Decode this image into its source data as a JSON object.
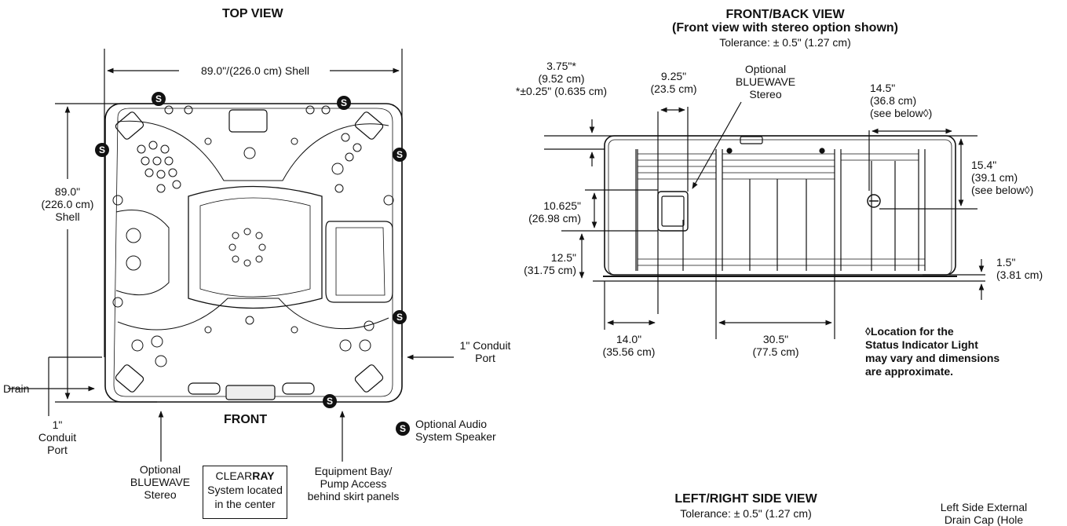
{
  "top_view": {
    "title": "TOP VIEW",
    "shell_width": "89.0\"/(226.0 cm) Shell",
    "shell_depth": [
      "89.0\"",
      "(226.0 cm)",
      "Shell"
    ],
    "front": "FRONT",
    "drain": "Drain",
    "conduit_left": [
      "1\"",
      "Conduit",
      "Port"
    ],
    "conduit_right": [
      "1\" Conduit",
      "Port"
    ],
    "speaker_mark": "S",
    "speaker_legend": [
      "Optional Audio",
      "System Speaker"
    ],
    "stereo": [
      "Optional",
      "BLUEWAVE",
      "Stereo"
    ],
    "clearray": {
      "prefix": "CLEAR",
      "bold": "RAY",
      "line2": "System located",
      "line3": "in the center"
    },
    "equipment": [
      "Equipment Bay/",
      "Pump Access",
      "behind skirt panels"
    ]
  },
  "front_view": {
    "title": "FRONT/BACK VIEW",
    "subtitle": "(Front view with stereo option shown)",
    "tolerance": "Tolerance: ± 0.5\" (1.27 cm)",
    "lip": [
      "3.75\"*",
      "(9.52 cm)",
      "*±0.25\" (0.635 cm)"
    ],
    "stereo_width": [
      "9.25\"",
      "(23.5 cm)"
    ],
    "stereo_label": [
      "Optional",
      "BLUEWAVE",
      "Stereo"
    ],
    "light_offset": [
      "14.5\"",
      "(36.8 cm)",
      "(see below◊)"
    ],
    "light_height": [
      "15.4\"",
      "(39.1 cm)",
      "(see below◊)"
    ],
    "stereo_height": [
      "10.625\"",
      "(26.98 cm)"
    ],
    "stereo_base": [
      "12.5\"",
      "(31.75 cm)"
    ],
    "base_rail": [
      "1.5\"",
      "(3.81 cm)"
    ],
    "corner_panel": [
      "14.0\"",
      "(35.56 cm)"
    ],
    "center_panel": [
      "30.5\"",
      "(77.5 cm)"
    ],
    "note": [
      "◊Location for the",
      "Status Indicator Light",
      "may vary and dimensions",
      "are approximate."
    ]
  },
  "side_view": {
    "title": "LEFT/RIGHT SIDE VIEW",
    "tolerance": "Tolerance: ± 0.5\" (1.27 cm)",
    "drain_cap": [
      "Left Side External",
      "Drain Cap (Hole"
    ]
  }
}
